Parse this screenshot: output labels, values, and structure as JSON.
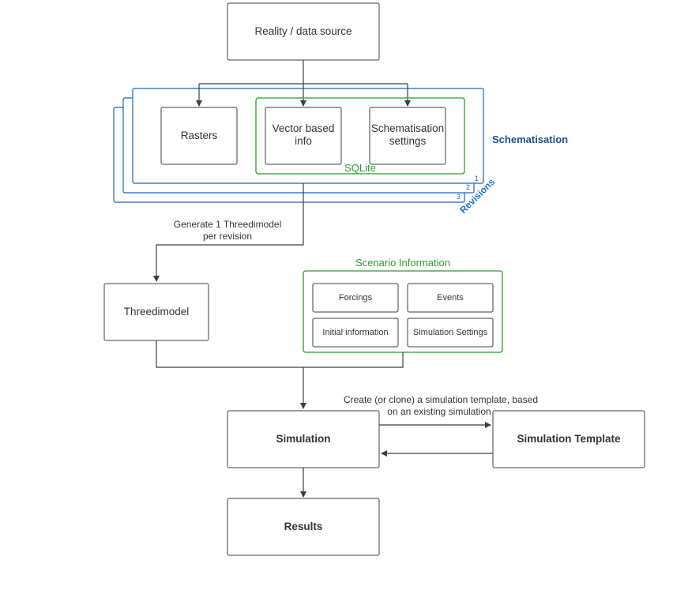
{
  "nodes": {
    "reality": "Reality / data source",
    "rasters": "Rasters",
    "vector_line1": "Vector based",
    "vector_line2": "info",
    "schem_settings_line1": "Schematisation",
    "schem_settings_line2": "settings",
    "sqlite": "SQLite",
    "schematisation": "Schematisation",
    "revisions": "Revisions",
    "revision_numbers": [
      "1",
      "2",
      "3"
    ],
    "threedimodel": "Threedimodel",
    "scenario_information": "Scenario Information",
    "forcings": "Forcings",
    "events": "Events",
    "initial_information": "Initial information",
    "simulation_settings": "Simulation Settings",
    "simulation": "Simulation",
    "simulation_template": "Simulation Template",
    "results": "Results"
  },
  "edge_labels": {
    "generate_line1": "Generate 1 Threedimodel",
    "generate_line2": "per revision",
    "create_line1": "Create (or clone) a simulation template, based",
    "create_line2": "on an existing simulation"
  },
  "colors": {
    "revision_stack": "#1f63b8",
    "sqlite_group": "#2e9b2e",
    "schematisation_label": "#1a4f8f",
    "revisions_label": "#1f74d4",
    "box_stroke": "#3b3f44"
  }
}
